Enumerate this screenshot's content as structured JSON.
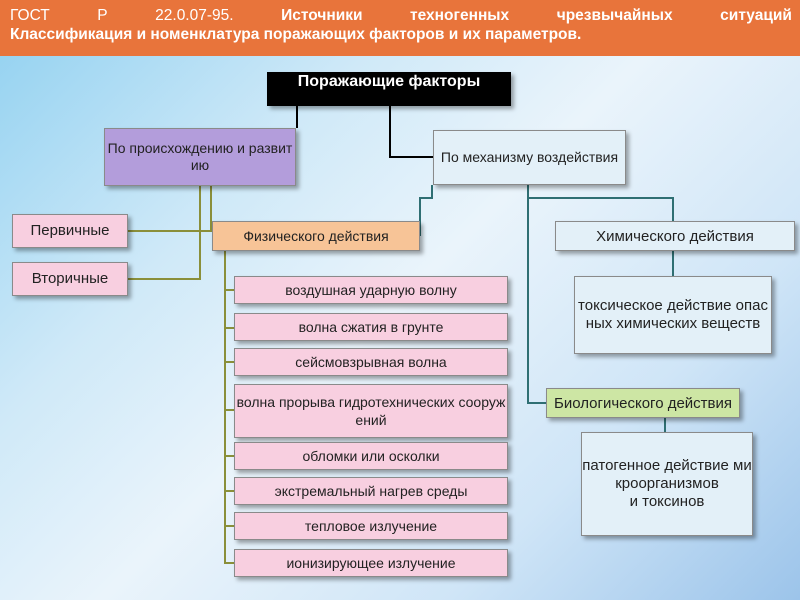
{
  "header": {
    "prefix": "ГОСТ Р 22.0.07-95.",
    "words": [
      "ГОСТ",
      "Р",
      "22.0.07-95.",
      "Источники",
      "техногенных",
      "чрезвычайных",
      "ситуаций"
    ],
    "line2": "Классификация и номенклатура поражающих факторов и их параметров."
  },
  "diagram": {
    "root": "Поражающие факторы",
    "by_origin": "По происхождению и развитию",
    "by_mechanism": "По механизму воздействия",
    "primary": "Первичные",
    "secondary": "Вторичные",
    "physical": "Физического действия",
    "chemical": "Химического действия",
    "physical_items": [
      "воздушная ударную волну",
      "волна сжатия в грунте",
      "сейсмовзрывная волна",
      "волна прорыва гидротехнических сооружений",
      "обломки или осколки",
      "экстремальный нагрев среды",
      "тепловое излучение",
      "ионизирующее излучение"
    ],
    "toxic": "токсическое действие опасных химических веществ",
    "biological": "Биологического действия",
    "pathogenic": "патогенное действие микроорганизмов\nи токсинов"
  },
  "colors": {
    "header": "#e8743b",
    "root": "#000000",
    "origin": "#b39ddb",
    "mechanism": "#e3f0f8",
    "pink": "#f8cfe0",
    "physical": "#f7c497",
    "biological": "#cde6a4",
    "connector": "#000000",
    "connector_olive": "#8a8f3a",
    "connector_teal": "#2f6f73"
  }
}
